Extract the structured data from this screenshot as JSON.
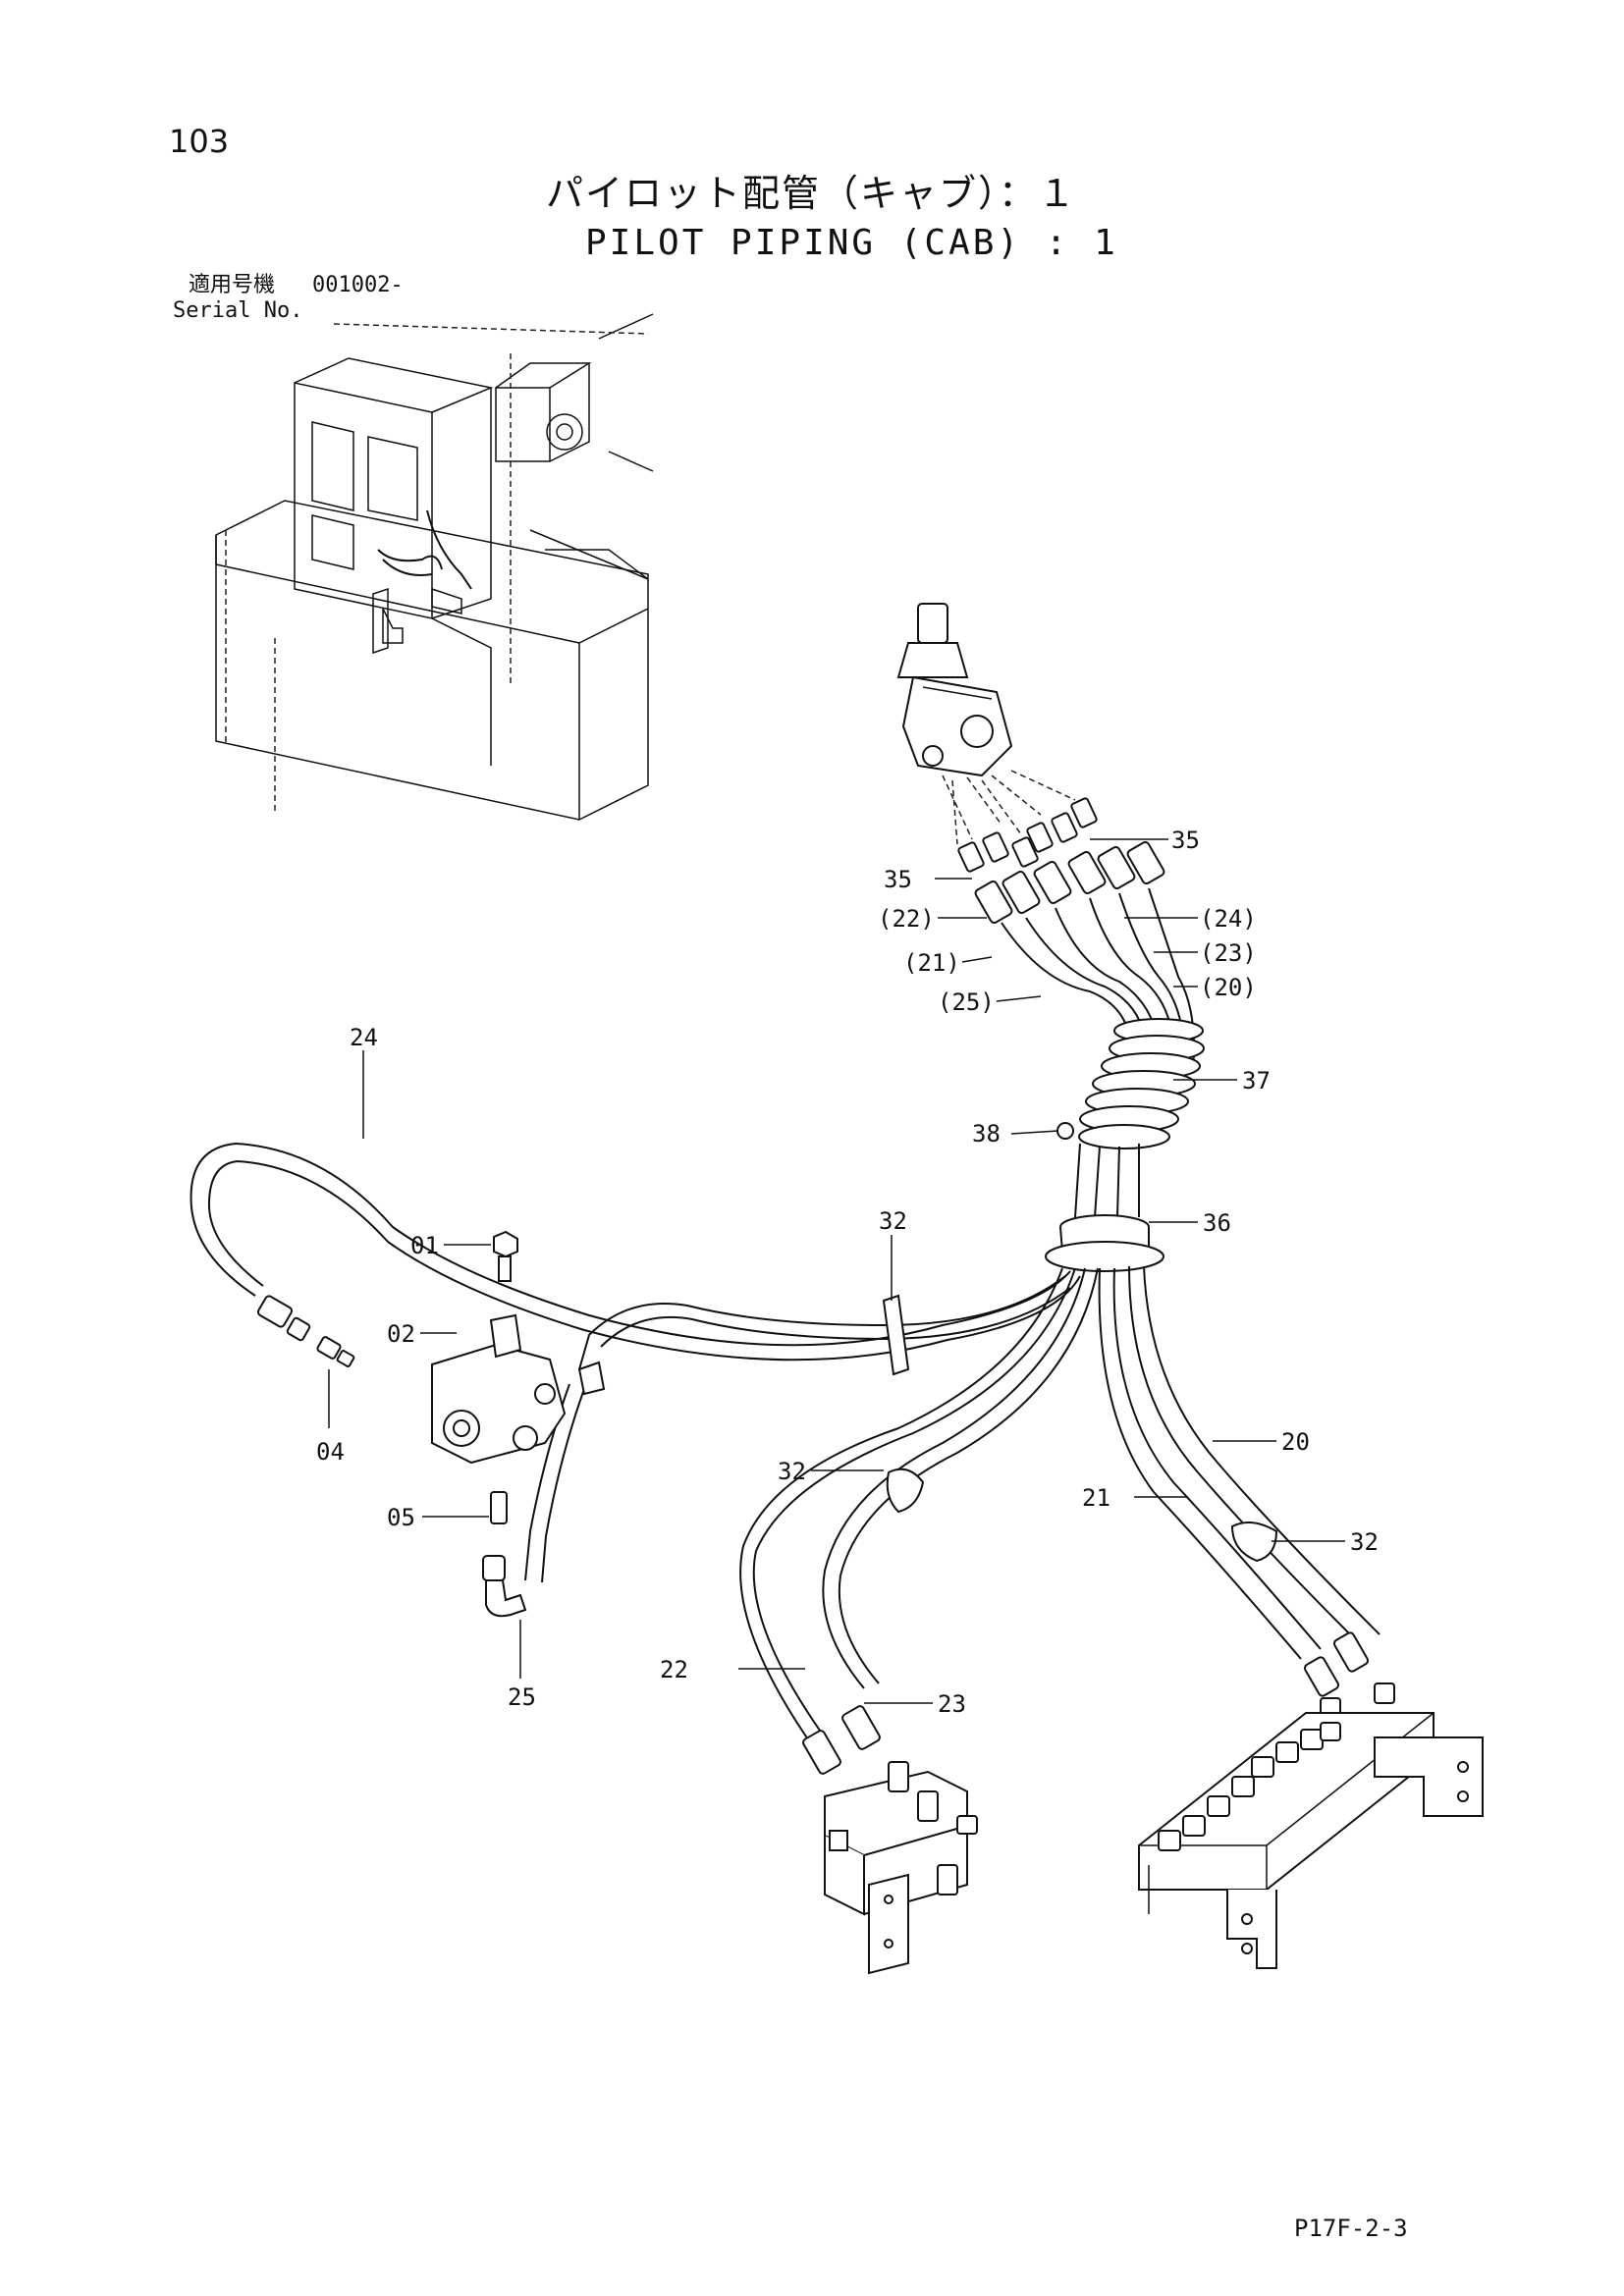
{
  "header": {
    "page_number": "103",
    "title_jp": "パイロット配管（キャブ）：１",
    "title_en": "PILOT PIPING (CAB) : 1",
    "serial_label_jp": "適用号機",
    "serial_value": "001002-",
    "serial_label_en": "Serial No."
  },
  "callouts": {
    "c35a": "35",
    "c35b": "35",
    "c22p": "(22)",
    "c24p": "(24)",
    "c23p": "(23)",
    "c21p": "(21)",
    "c20p": "(20)",
    "c25p": "(25)",
    "c37": "37",
    "c38": "38",
    "c36": "36",
    "c24": "24",
    "c01": "01",
    "c32a": "32",
    "c02": "02",
    "c04": "04",
    "c05": "05",
    "c25": "25",
    "c32b": "32",
    "c20": "20",
    "c21": "21",
    "c32c": "32",
    "c22": "22",
    "c23": "23"
  },
  "footer": {
    "doc_code": "P17F-2-3"
  }
}
